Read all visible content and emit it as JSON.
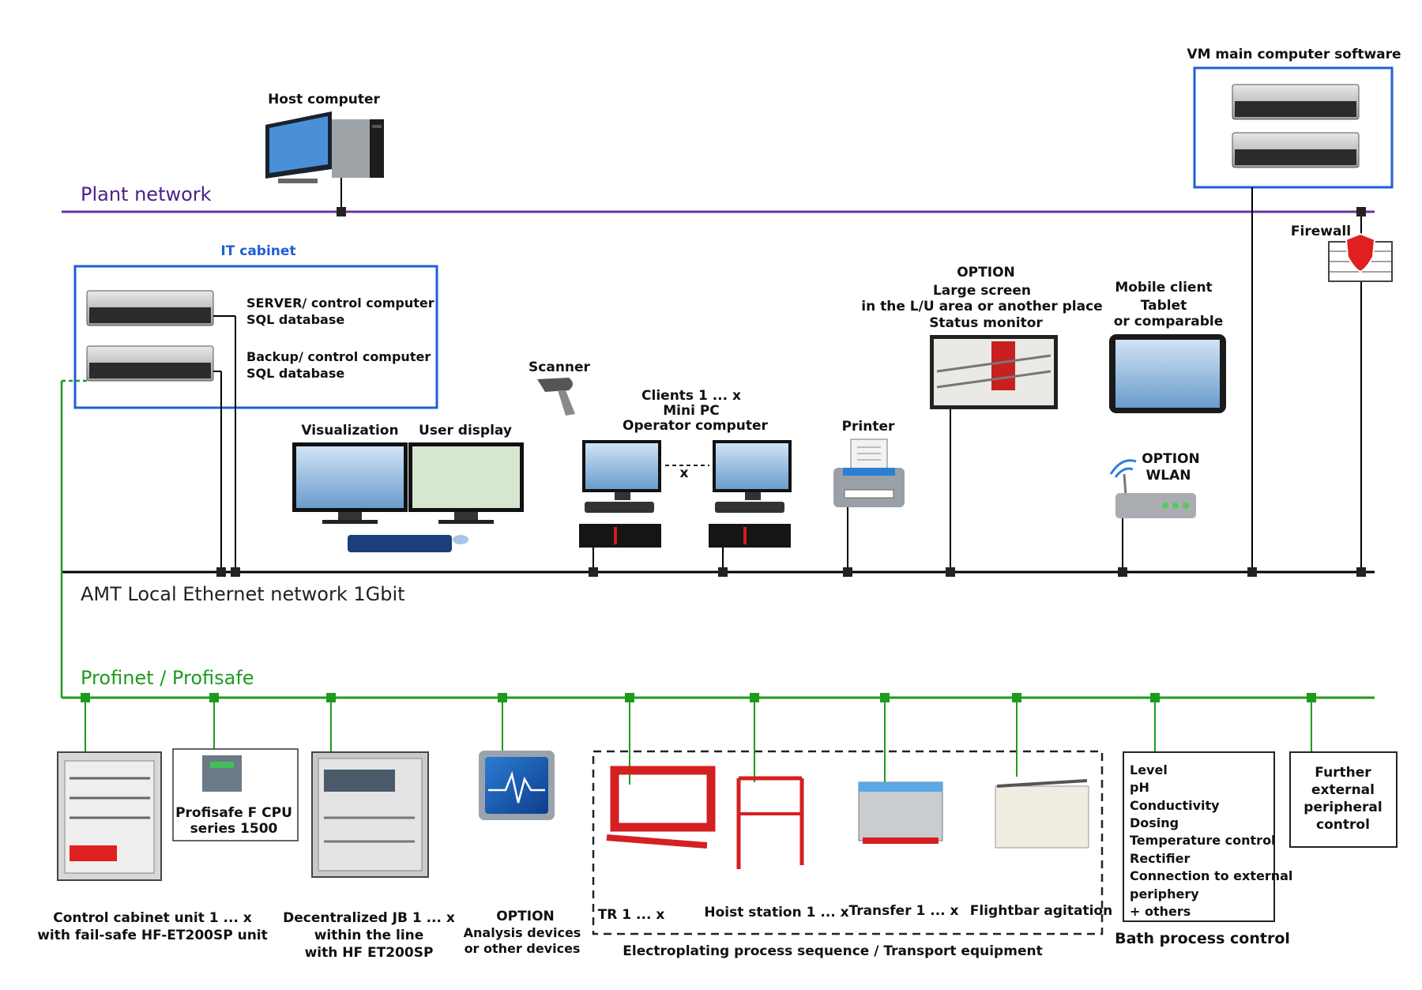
{
  "networks": {
    "plant": "Plant network",
    "local": "AMT Local Ethernet network 1Gbit",
    "profinet": "Profinet / Profisafe"
  },
  "top": {
    "host_computer": "Host computer",
    "vm_software": "VM main computer software",
    "firewall": "Firewall"
  },
  "it_cabinet": {
    "title": "IT cabinet",
    "server_line1": "SERVER/ control computer",
    "server_line2": "SQL database",
    "backup_line1": "Backup/ control computer",
    "backup_line2": "SQL database"
  },
  "devices": {
    "visualization": "Visualization",
    "user_display": "User display",
    "scanner": "Scanner",
    "clients_line1": "Clients 1 ... x",
    "clients_line2": "Mini PC",
    "clients_line3": "Operator computer",
    "clients_x": "x",
    "printer": "Printer",
    "large_screen_line1": "OPTION",
    "large_screen_line2": "Large screen",
    "large_screen_line3": "in the L/U area or another place",
    "large_screen_line4": "Status monitor",
    "mobile_line1": "Mobile client",
    "mobile_line2": "Tablet",
    "mobile_line3": "or comparable",
    "wlan_line1": "OPTION",
    "wlan_line2": "WLAN"
  },
  "field": {
    "cabinet_line1": "Control cabinet unit 1 ... x",
    "cabinet_line2": "with fail-safe HF-ET200SP unit",
    "cpu_line1": "Profisafe F CPU",
    "cpu_line2": "series 1500",
    "jb_line1": "Decentralized JB 1 ... x",
    "jb_line2": "within the line",
    "jb_line3": "with HF ET200SP",
    "analysis_line1": "OPTION",
    "analysis_line2": "Analysis devices",
    "analysis_line3": "or other devices",
    "tr": "TR 1 ... x",
    "hoist": "Hoist station 1 ... x",
    "transfer": "Transfer 1 ... x",
    "flightbar": "Flightbar agitation",
    "sequence_caption": "Electroplating process sequence / Transport equipment",
    "bath_items": [
      "Level",
      "pH",
      "Conductivity",
      "Dosing",
      "Temperature control",
      "Rectifier",
      "Connection to external",
      "periphery",
      "+ others"
    ],
    "bath_caption": "Bath process control",
    "further_line1": "Further",
    "further_line2": "external",
    "further_line3": "peripheral",
    "further_line4": "control"
  },
  "colors": {
    "plant_network": "#7030a0",
    "local_network": "#000000",
    "profinet": "#1e9b1e",
    "it_cabinet_border": "#1f5fd6",
    "equipment_red": "#d42020"
  }
}
